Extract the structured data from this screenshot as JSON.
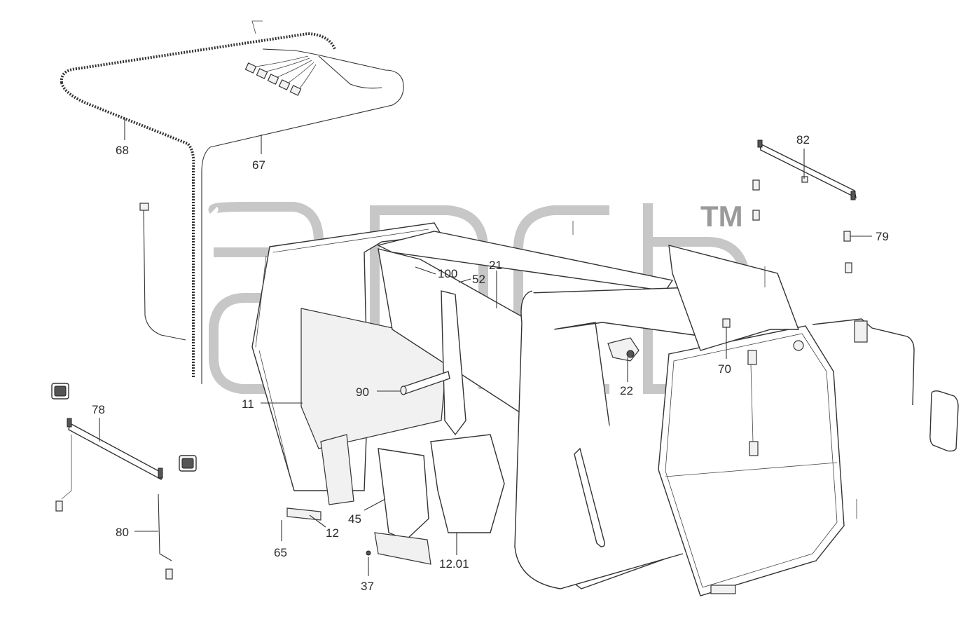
{
  "diagram": {
    "watermark": "TM",
    "callouts": [
      {
        "id": "68",
        "text": "68"
      },
      {
        "id": "67",
        "text": "67"
      },
      {
        "id": "82",
        "text": "82"
      },
      {
        "id": "79",
        "text": "79"
      },
      {
        "id": "100",
        "text": "100"
      },
      {
        "id": "21",
        "text": "21"
      },
      {
        "id": "52",
        "text": "52"
      },
      {
        "id": "90",
        "text": "90"
      },
      {
        "id": "22",
        "text": "22"
      },
      {
        "id": "70",
        "text": "70"
      },
      {
        "id": "11",
        "text": "11"
      },
      {
        "id": "78",
        "text": "78"
      },
      {
        "id": "80",
        "text": "80"
      },
      {
        "id": "45",
        "text": "45"
      },
      {
        "id": "12",
        "text": "12"
      },
      {
        "id": "65",
        "text": "65"
      },
      {
        "id": "12.01",
        "text": "12.01"
      },
      {
        "id": "37",
        "text": "37"
      }
    ]
  }
}
